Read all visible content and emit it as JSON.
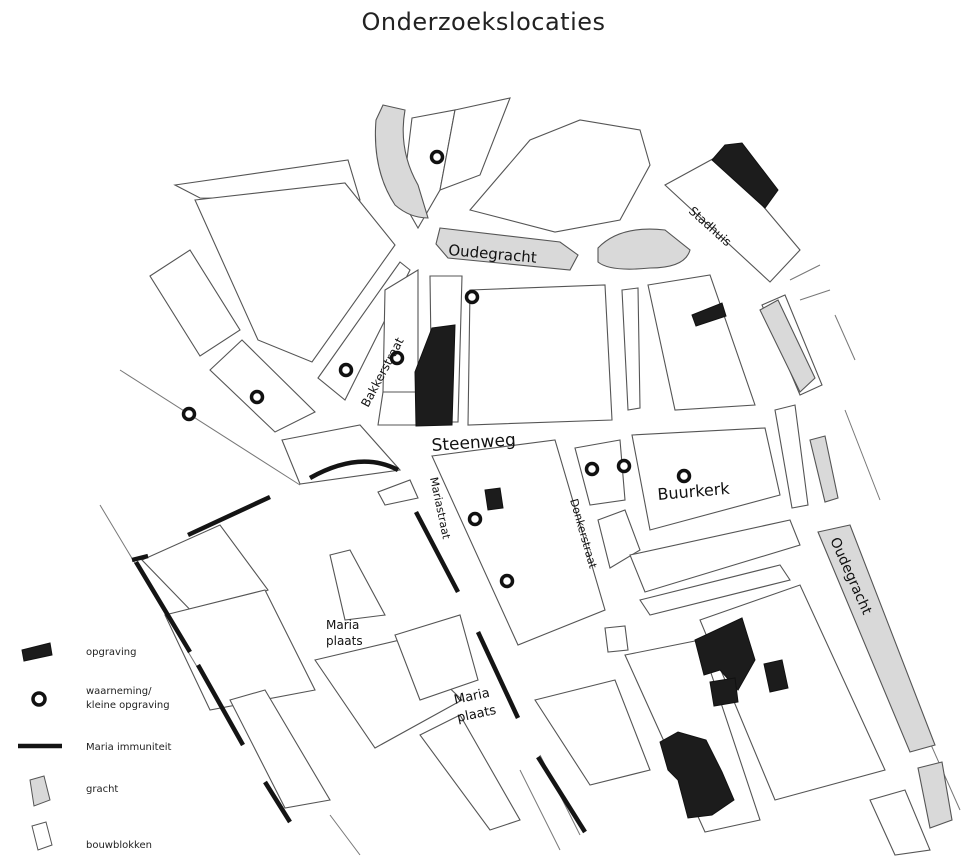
{
  "title": "Onderzoekslocaties",
  "colors": {
    "ink": "#141414",
    "block_stroke": "#555555",
    "block_fill": "#ffffff",
    "canal_fill": "#d9d9d9",
    "excavation_fill": "#1c1c1c"
  },
  "labels": {
    "oudegracht_north": "Oudegracht",
    "oudegracht_east": "Oudegracht",
    "stadhuis": "Stadhuis",
    "bakkerstraat": "Bakkerstraat",
    "steenweg": "Steenweg",
    "mariastraat": "Mariastraat",
    "donkerstraat": "Donkerstraat",
    "buurkerk": "Buurkerk",
    "maria_plaats_1_line1": "Maria",
    "maria_plaats_1_line2": "plaats",
    "maria_plaats_2_line1": "Maria",
    "maria_plaats_2_line2": "plaats"
  },
  "legend": {
    "opgraving": "opgraving",
    "waarneming_line1": "waarneming/",
    "waarneming_line2": "kleine opgraving",
    "immuniteit": "Maria immuniteit",
    "gracht": "gracht",
    "bouwblokken": "bouwblokken"
  }
}
